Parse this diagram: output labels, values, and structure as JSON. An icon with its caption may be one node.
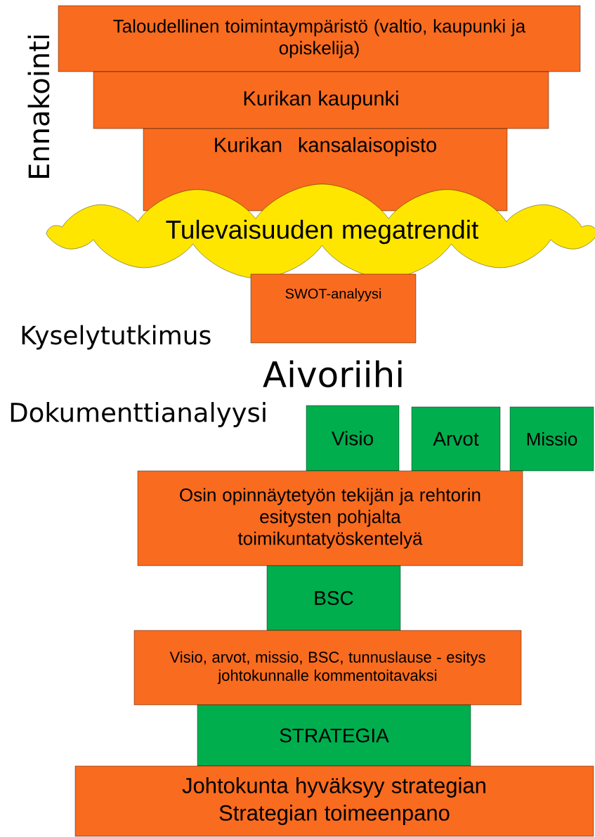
{
  "diagram": {
    "nodes": [
      {
        "text": [
          "Taloudellinen toimintaympäristö (valtio, kaupunki ja opiskelija)"
        ]
      },
      {
        "text": [
          "Kurikan kaupunki"
        ]
      },
      {
        "text": [
          "Kurikan kansalaisopisto"
        ]
      },
      {
        "text": [
          "Tulevaisuuden megatrendit"
        ]
      },
      {
        "text": [
          "SWOT-analyysi"
        ]
      },
      {
        "text": [
          "Visio"
        ]
      },
      {
        "text": [
          "Arvot"
        ]
      },
      {
        "text": [
          "Missio"
        ]
      },
      {
        "text": [
          "Osin opinnäytetyön tekijän ja rehtorin esitysten pohjalta toimikuntatyöskentelyä"
        ]
      },
      {
        "text": [
          "BSC"
        ]
      },
      {
        "text": [
          "Visio, arvot, missio, BSC, tunnuslause - esitys johtokunnalle kommentoitavaksi"
        ]
      },
      {
        "text": [
          "STRATEGIA"
        ]
      },
      {
        "text": [
          "Johtokunta hyväksyy strategian",
          "Strategian toimeenpano"
        ]
      }
    ],
    "edges": [],
    "labels": [
      "Ennakointi",
      "Kyselytutkimus",
      "Aivoriihi",
      "Dokumenttianalyysi"
    ]
  }
}
